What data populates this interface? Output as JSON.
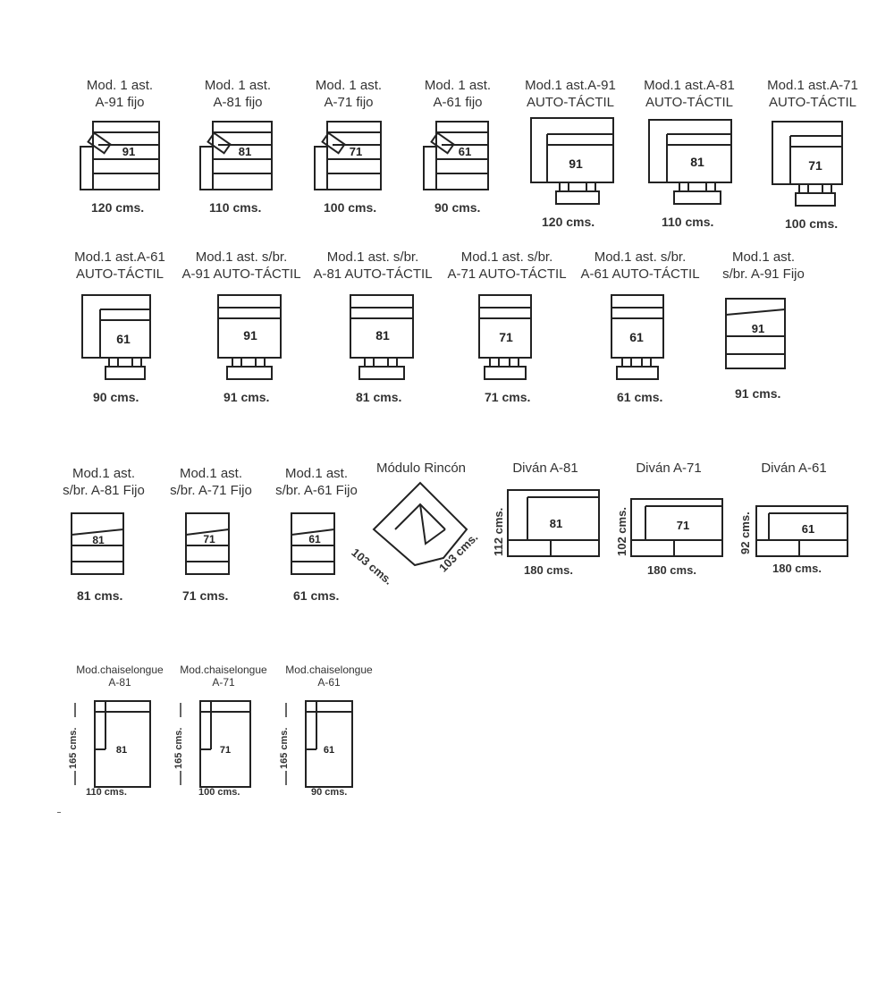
{
  "colors": {
    "line": "#222222"
  },
  "modules": [
    {
      "caption": [
        "Mod. 1 ast.",
        "A-91 fijo"
      ],
      "seat": "91",
      "width": "120 cms."
    },
    {
      "caption": [
        "Mod. 1 ast.",
        "A-81 fijo"
      ],
      "seat": "81",
      "width": "110 cms."
    },
    {
      "caption": [
        "Mod. 1 ast.",
        "A-71 fijo"
      ],
      "seat": "71",
      "width": "100 cms."
    },
    {
      "caption": [
        "Mod. 1 ast.",
        "A-61 fijo"
      ],
      "seat": "61",
      "width": "90 cms."
    },
    {
      "caption": [
        "Mod.1 ast.A-91",
        "AUTO-TÁCTIL"
      ],
      "seat": "91",
      "width": "120 cms."
    },
    {
      "caption": [
        "Mod.1 ast.A-81",
        "AUTO-TÁCTIL"
      ],
      "seat": "81",
      "width": "110 cms."
    },
    {
      "caption": [
        "Mod.1 ast.A-71",
        "AUTO-TÁCTIL"
      ],
      "seat": "71",
      "width": "100 cms."
    },
    {
      "caption": [
        "Mod.1 ast.A-61",
        "AUTO-TÁCTIL"
      ],
      "seat": "61",
      "width": "90 cms."
    },
    {
      "caption": [
        "Mod.1 ast. s/br.",
        "A-91 AUTO-TÁCTIL"
      ],
      "seat": "91",
      "width": "91 cms."
    },
    {
      "caption": [
        "Mod.1 ast. s/br.",
        "A-81 AUTO-TÁCTIL"
      ],
      "seat": "81",
      "width": "81 cms."
    },
    {
      "caption": [
        "Mod.1 ast. s/br.",
        "A-71 AUTO-TÁCTIL"
      ],
      "seat": "71",
      "width": "71 cms."
    },
    {
      "caption": [
        "Mod.1 ast. s/br.",
        "A-61 AUTO-TÁCTIL"
      ],
      "seat": "61",
      "width": "61 cms."
    },
    {
      "caption": [
        "Mod.1 ast.",
        "s/br. A-91 Fijo"
      ],
      "seat": "91",
      "width": "91 cms."
    },
    {
      "caption": [
        "Mod.1 ast.",
        "s/br. A-81 Fijo"
      ],
      "seat": "81",
      "width": "81 cms."
    },
    {
      "caption": [
        "Mod.1 ast.",
        "s/br. A-71 Fijo"
      ],
      "seat": "71",
      "width": "71 cms."
    },
    {
      "caption": [
        "Mod.1 ast.",
        "s/br. A-61 Fijo"
      ],
      "seat": "61",
      "width": "61 cms."
    },
    {
      "caption": [
        "Módulo Rincón"
      ],
      "side_a": "103 cms.",
      "side_b": "103 cms."
    },
    {
      "caption": [
        "Diván A-81"
      ],
      "seat": "81",
      "width": "180 cms.",
      "depth": "112 cms."
    },
    {
      "caption": [
        "Diván A-71"
      ],
      "seat": "71",
      "width": "180 cms.",
      "depth": "102 cms."
    },
    {
      "caption": [
        "Diván A-61"
      ],
      "seat": "61",
      "width": "180 cms.",
      "depth": "92 cms."
    },
    {
      "caption": [
        "Mod.chaiselongue",
        "A-81"
      ],
      "seat": "81",
      "width": "110 cms.",
      "depth": "165 cms."
    },
    {
      "caption": [
        "Mod.chaiselongue",
        "A-71"
      ],
      "seat": "71",
      "width": "100 cms.",
      "depth": "165 cms."
    },
    {
      "caption": [
        "Mod.chaiselongue",
        "A-61"
      ],
      "seat": "61",
      "width": "90 cms.",
      "depth": "165 cms."
    }
  ]
}
